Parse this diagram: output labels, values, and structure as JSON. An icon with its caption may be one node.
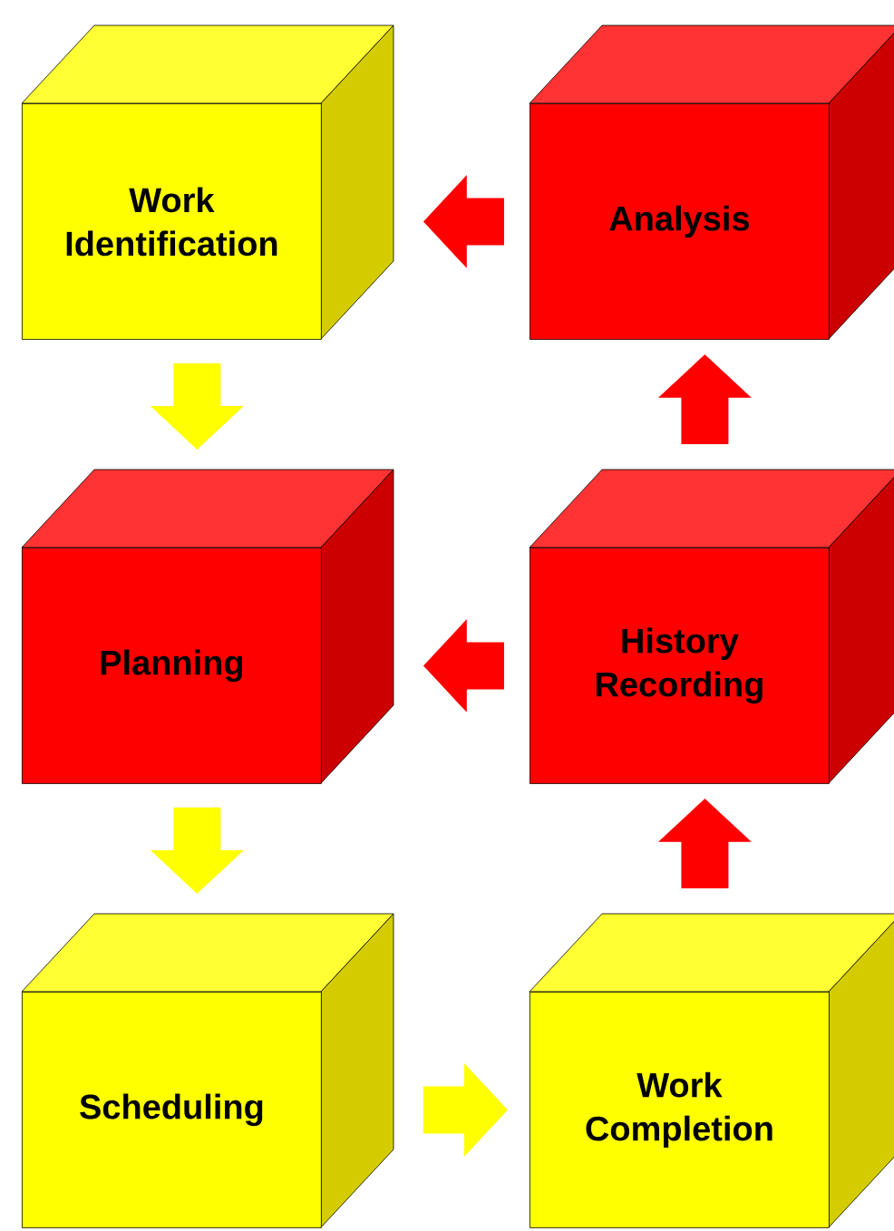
{
  "diagram": {
    "nodes": [
      {
        "text": [
          "Work Identification"
        ]
      },
      {
        "text": [
          "Analysis"
        ]
      },
      {
        "text": [
          "Planning"
        ]
      },
      {
        "text": [
          "History Recording"
        ]
      },
      {
        "text": [
          "Scheduling"
        ]
      },
      {
        "text": [
          "Work Completion"
        ]
      }
    ],
    "edges": [
      {
        "from": 1,
        "to": 0,
        "arrow": "to"
      },
      {
        "from": 0,
        "to": 2,
        "arrow": "to",
        "color": "#ffff00"
      },
      {
        "from": 3,
        "to": 1,
        "arrow": "to"
      },
      {
        "from": 3,
        "to": 2,
        "arrow": "to"
      },
      {
        "from": 2,
        "to": 4,
        "arrow": "to",
        "color": "#ffff00"
      },
      {
        "from": 4,
        "to": 5,
        "arrow": "to",
        "color": "#ffff00"
      },
      {
        "from": 5,
        "to": 3,
        "arrow": "to"
      }
    ]
  }
}
